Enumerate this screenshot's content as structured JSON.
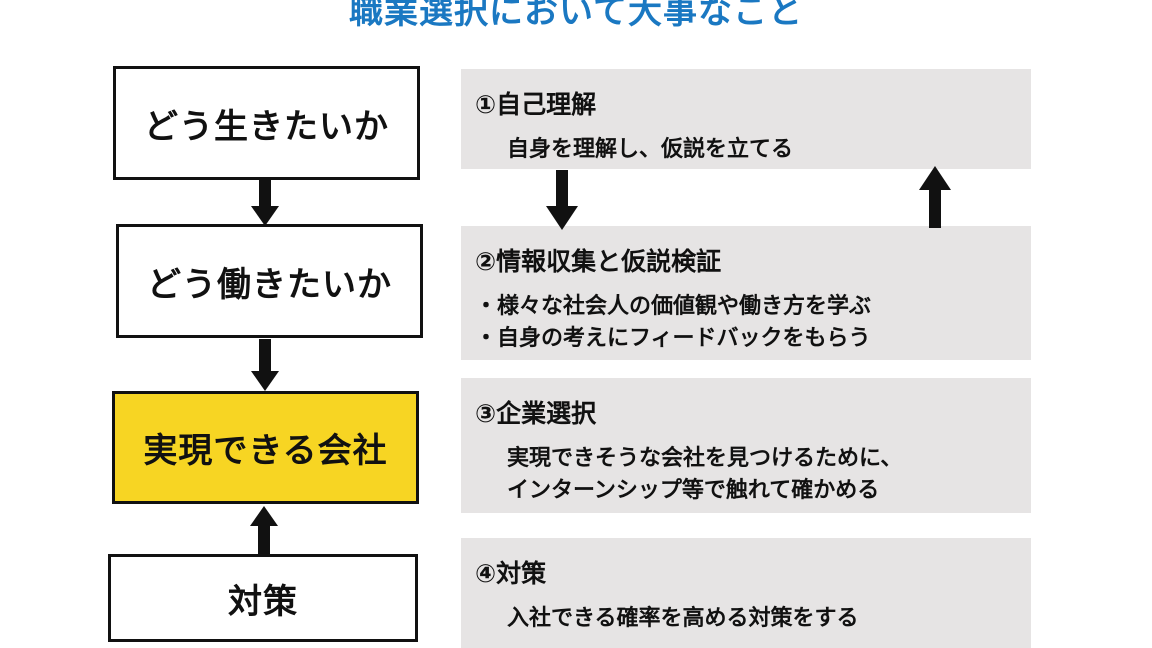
{
  "title": "職業選択において大事なこと",
  "steps": [
    {
      "label": "どう生きたいか"
    },
    {
      "label": "どう働きたいか"
    },
    {
      "label": "実現できる会社"
    },
    {
      "label": "対策"
    }
  ],
  "panels": [
    {
      "heading": "①自己理解",
      "lines": [
        "自身を理解し、仮説を立てる"
      ]
    },
    {
      "heading": "②情報収集と仮説検証",
      "lines": [
        "・様々な社会人の価値観や働き方を学ぶ",
        "・自身の考えにフィードバックをもらう"
      ]
    },
    {
      "heading": "③企業選択",
      "lines": [
        "実現できそうな会社を見つけるために、",
        "インターンシップ等で触れて確かめる"
      ]
    },
    {
      "heading": "④対策",
      "lines": [
        "入社できる確率を高める対策をする"
      ]
    }
  ],
  "colors": {
    "title": "#1a78c2",
    "highlight": "#f7d523",
    "panel": "#e6e4e4",
    "border": "#111111"
  }
}
